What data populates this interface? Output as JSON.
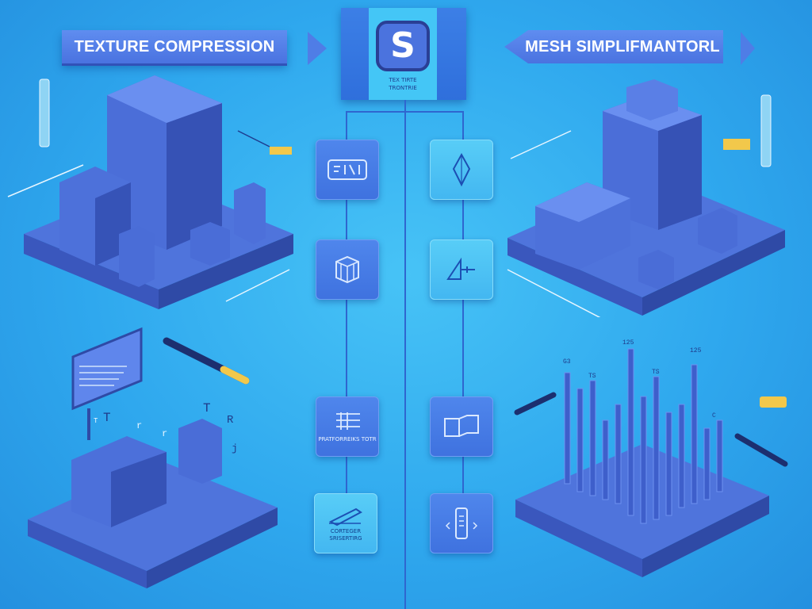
{
  "banners": {
    "left": "TEXTURE COMPRESSION",
    "right": "MESH SIMPLIFMANTORL"
  },
  "logo": {
    "letter": "S",
    "caption_line1": "TEX TIRTE",
    "caption_line2": "TRONTRIE"
  },
  "tiles": {
    "left": [
      {
        "icon": "texture-badge-icon",
        "caption": ""
      },
      {
        "icon": "cube-icon",
        "caption": ""
      },
      {
        "icon": "list-icon",
        "caption": "PRATFORREIKS TOTR"
      },
      {
        "icon": "pen-icon",
        "caption": "CORTEGER SRISERTIRG"
      }
    ],
    "right": [
      {
        "icon": "diamond-icon",
        "caption": ""
      },
      {
        "icon": "angle-icon",
        "caption": ""
      },
      {
        "icon": "book-icon",
        "caption": ""
      },
      {
        "icon": "phone-icon",
        "caption": ""
      }
    ]
  },
  "scene_labels": {
    "bottom_left": [
      "T",
      "T",
      "R",
      "j",
      "T",
      "r",
      "r"
    ],
    "bottom_right": [
      "125",
      "125",
      "G3",
      "TS",
      "TS",
      "C"
    ]
  },
  "colors": {
    "background": "#36b0f0",
    "block": "#4a6fd8",
    "block_dark": "#3550b5",
    "banner": "#5580e8",
    "pencil_yellow": "#f2c84b"
  }
}
